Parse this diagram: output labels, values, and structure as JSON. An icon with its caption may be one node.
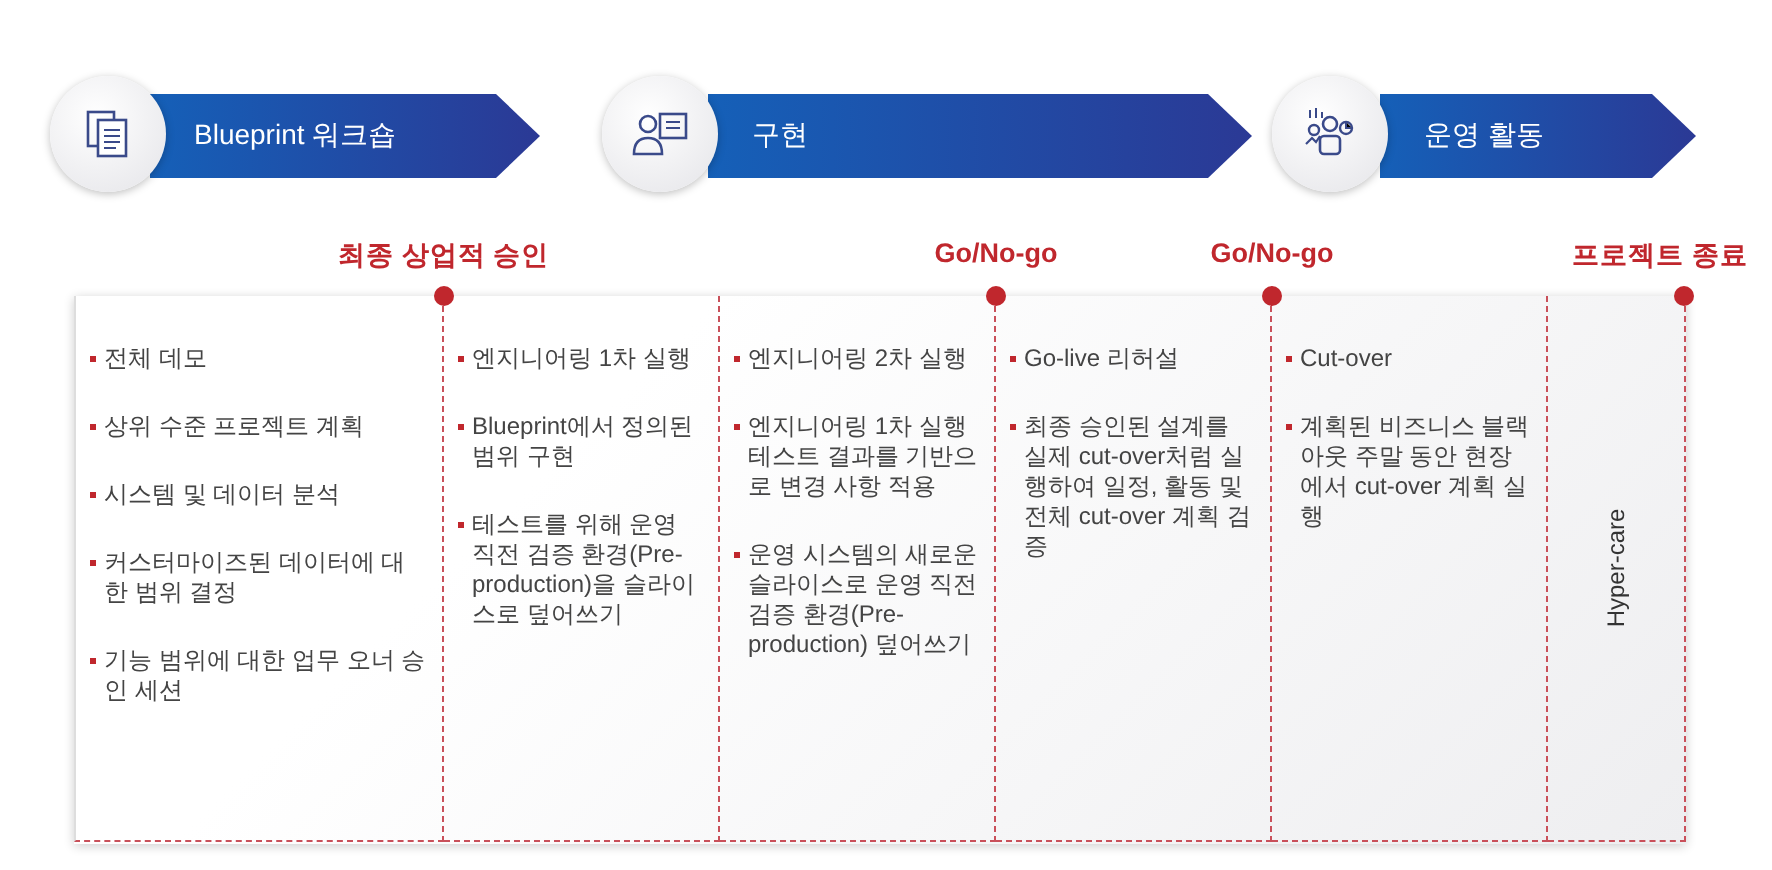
{
  "diagram": {
    "nodes": [
      {
        "text": [
          "Blueprint 워크숍"
        ]
      },
      {
        "text": [
          "구현"
        ]
      },
      {
        "text": [
          "운영 활동"
        ]
      },
      {
        "text": [
          "전체 데모",
          "상위 수준 프로젝트 계획",
          "시스템 및 데이터 분석",
          "커스터마이즈된 데이터에 대한 범위 결정",
          "기능 범위에 대한 업무 오너 승인 세션"
        ]
      },
      {
        "text": [
          "엔지니어링 1차 실행",
          "Blueprint에서 정의된 범위 구현",
          "테스트를 위해 운영 직전 검증 환경(Pre-production)을 슬라이스로 덮어쓰기"
        ]
      },
      {
        "text": [
          "엔지니어링 2차 실행",
          "엔지니어링 1차 실행 테스트 결과를 기반으로 변경 사항 적용",
          "운영 시스템의 새로운 슬라이스로 운영 직전 검증 환경(Pre-production) 덮어쓰기"
        ]
      },
      {
        "text": [
          "Go-live 리허설",
          "최종 승인된 설계를 실제 cut-over처럼 실행하여 일정, 활동 및 전체 cut-over 계획 검증"
        ]
      },
      {
        "text": [
          "Cut-over",
          "계획된 비즈니스 블랙아웃 주말 동안 현장에서 cut-over 계획 실행"
        ]
      },
      {
        "text": [
          "Hyper-care"
        ]
      }
    ],
    "labels": [
      "최종 상업적 승인",
      "Go/No-go",
      "Go/No-go",
      "프로젝트 종료"
    ]
  }
}
